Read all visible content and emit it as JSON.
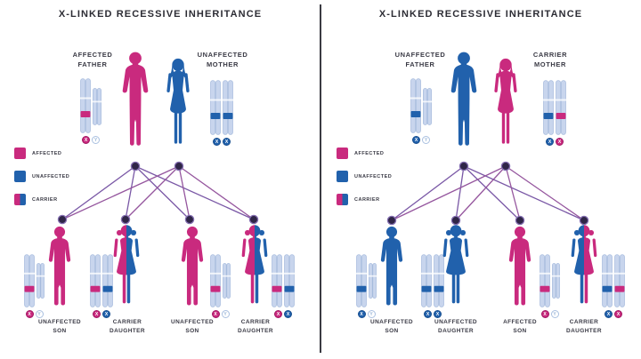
{
  "colors": {
    "affected": "#c92a7e",
    "unaffected": "#2161ac",
    "chromosome_body": "#c8d5ed",
    "connector_line": "#7a58a6",
    "node": "#2f2547",
    "title_text": "#2c2c34"
  },
  "panels": [
    {
      "title": "X-LINKED RECESSIVE INHERITANCE",
      "father": {
        "line1": "AFFECTED",
        "line2": "FATHER",
        "alleles": [
          "X",
          "Y"
        ]
      },
      "mother": {
        "line1": "UNAFFECTED",
        "line2": "MOTHER",
        "alleles": [
          "X",
          "X"
        ]
      },
      "legend": [
        "AFFECTED",
        "UNAFFECTED",
        "CARRIER"
      ],
      "children": [
        {
          "line1": "UNAFFECTED",
          "line2": "SON",
          "alleles": [
            "X",
            "Y"
          ]
        },
        {
          "line1": "CARRIER",
          "line2": "DAUGHTER",
          "alleles": [
            "X",
            "X"
          ]
        },
        {
          "line1": "UNAFFECTED",
          "line2": "SON",
          "alleles": [
            "X",
            "Y"
          ]
        },
        {
          "line1": "CARRIER",
          "line2": "DAUGHTER",
          "alleles": [
            "X",
            "X"
          ]
        }
      ]
    },
    {
      "title": "X-LINKED RECESSIVE INHERITANCE",
      "father": {
        "line1": "UNAFFECTED",
        "line2": "FATHER",
        "alleles": [
          "X",
          "Y"
        ]
      },
      "mother": {
        "line1": "CARRIER",
        "line2": "MOTHER",
        "alleles": [
          "X",
          "X"
        ]
      },
      "legend": [
        "AFFECTED",
        "UNAFFECTED",
        "CARRIER"
      ],
      "children": [
        {
          "line1": "UNAFFECTED",
          "line2": "SON",
          "alleles": [
            "X",
            "Y"
          ]
        },
        {
          "line1": "UNAFFECTED",
          "line2": "DAUGHTER",
          "alleles": [
            "X",
            "X"
          ]
        },
        {
          "line1": "AFFECTED",
          "line2": "SON",
          "alleles": [
            "X",
            "Y"
          ]
        },
        {
          "line1": "CARRIER",
          "line2": "DAUGHTER",
          "alleles": [
            "X",
            "X"
          ]
        }
      ]
    }
  ]
}
